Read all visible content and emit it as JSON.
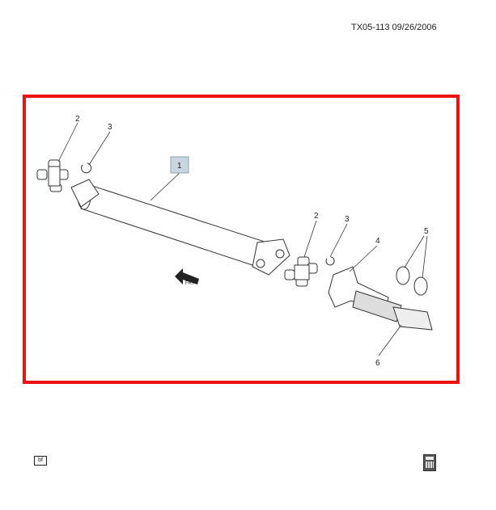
{
  "header": {
    "document_id": "TX05-113  09/26/2006"
  },
  "diagram": {
    "highlight_color": "#ee1111",
    "callouts": [
      {
        "label": "1",
        "highlighted": true
      },
      {
        "label": "2"
      },
      {
        "label": "3"
      },
      {
        "label": "2"
      },
      {
        "label": "3"
      },
      {
        "label": "4"
      },
      {
        "label": "5"
      },
      {
        "label": "6"
      }
    ],
    "front_arrow_label": "FRT"
  },
  "footer": {
    "bf_badge": "bf",
    "calculator_icon": "calculator-icon"
  }
}
